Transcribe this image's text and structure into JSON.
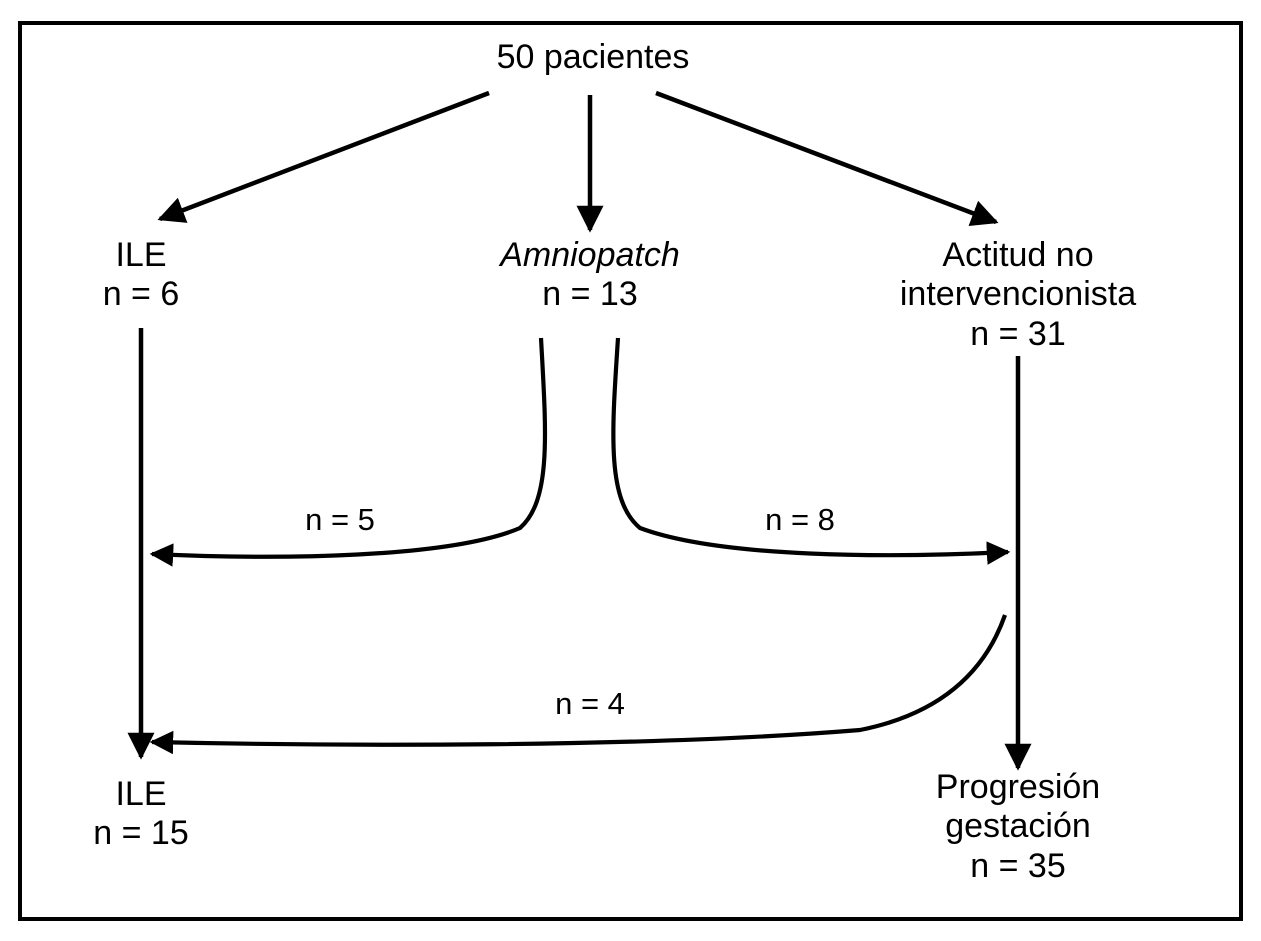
{
  "diagram": {
    "type": "flowchart",
    "title_text": "",
    "language": "es",
    "colors": {
      "stroke": "#000000",
      "background": "#ffffff",
      "text": "#000000"
    },
    "root": {
      "label": "50 pacientes",
      "count_text": "",
      "n": 50
    },
    "nodes": [
      {
        "id": "ile-top",
        "label": "ILE",
        "count_text": "n = 6",
        "n": 6,
        "italic": false
      },
      {
        "id": "amniopatch",
        "label": "Amniopatch",
        "count_text": "n = 13",
        "n": 13,
        "italic": true
      },
      {
        "id": "actitud-no-intervencionista",
        "label_line1": "Actitud no",
        "label_line2": "intervencionista",
        "count_text": "n = 31",
        "n": 31,
        "italic": false
      },
      {
        "id": "ile-bottom",
        "label": "ILE",
        "count_text": "n = 15",
        "n": 15,
        "italic": false
      },
      {
        "id": "progresion-gestacion",
        "label_line1": "Progresión",
        "label_line2": "gestación",
        "count_text": "n = 35",
        "n": 35,
        "italic": false
      }
    ],
    "edge_labels": [
      {
        "id": "amnio-to-ile",
        "text": "n = 5",
        "n": 5
      },
      {
        "id": "amnio-to-actitud",
        "text": "n = 8",
        "n": 8
      },
      {
        "id": "actitud-to-ile",
        "text": "n = 4",
        "n": 4
      }
    ]
  }
}
